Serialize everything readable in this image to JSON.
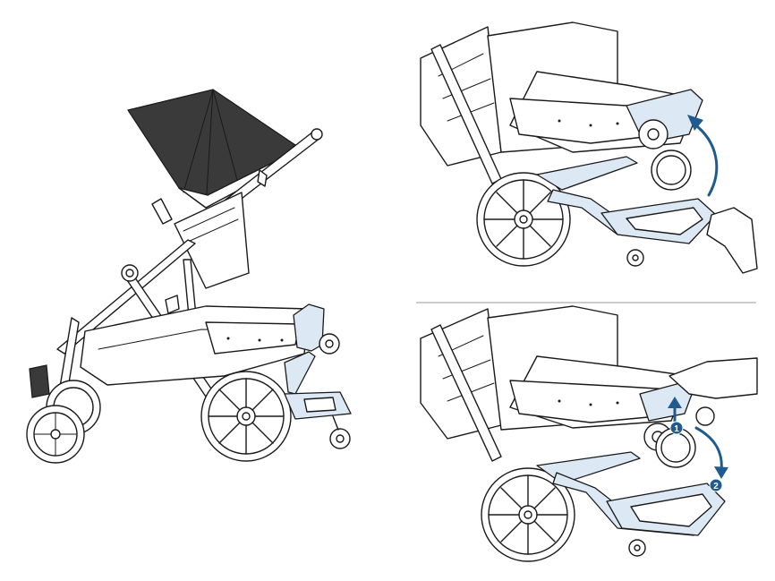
{
  "colors": {
    "line": "#1a1a1a",
    "accent": "#1f5b8f",
    "accent_fill": "#dce9f5",
    "background": "#ffffff",
    "divider": "#9a9a9a"
  },
  "panels": [
    {
      "name": "stroller-with-board-overview"
    },
    {
      "name": "board-fold-up-step"
    },
    {
      "name": "board-release-steps"
    }
  ],
  "steps": [
    {
      "label": "1"
    },
    {
      "label": "2"
    }
  ]
}
